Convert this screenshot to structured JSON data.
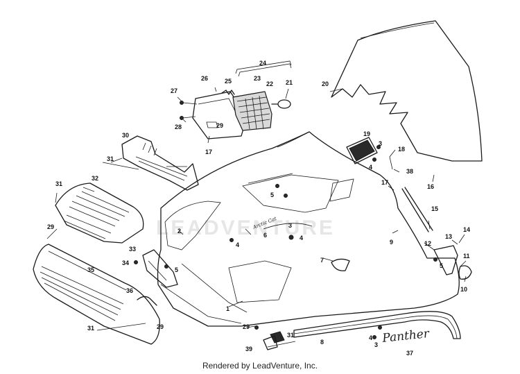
{
  "diagram": {
    "callouts": [
      {
        "id": "c1",
        "label": "1"
      },
      {
        "id": "c2",
        "label": "2"
      },
      {
        "id": "c3a",
        "label": "3"
      },
      {
        "id": "c3b",
        "label": "3"
      },
      {
        "id": "c3c",
        "label": "3"
      },
      {
        "id": "c4a",
        "label": "4"
      },
      {
        "id": "c4b",
        "label": "4"
      },
      {
        "id": "c4c",
        "label": "4"
      },
      {
        "id": "c4d",
        "label": "4"
      },
      {
        "id": "c5a",
        "label": "5"
      },
      {
        "id": "c5b",
        "label": "5"
      },
      {
        "id": "c5c",
        "label": "5"
      },
      {
        "id": "c6",
        "label": "6"
      },
      {
        "id": "c7",
        "label": "7"
      },
      {
        "id": "c8",
        "label": "8"
      },
      {
        "id": "c9",
        "label": "9"
      },
      {
        "id": "c10",
        "label": "10"
      },
      {
        "id": "c11",
        "label": "11"
      },
      {
        "id": "c12",
        "label": "12"
      },
      {
        "id": "c13",
        "label": "13"
      },
      {
        "id": "c14",
        "label": "14"
      },
      {
        "id": "c15",
        "label": "15"
      },
      {
        "id": "c16",
        "label": "16"
      },
      {
        "id": "c17a",
        "label": "17"
      },
      {
        "id": "c17b",
        "label": "17"
      },
      {
        "id": "c18",
        "label": "18"
      },
      {
        "id": "c19",
        "label": "19"
      },
      {
        "id": "c20",
        "label": "20"
      },
      {
        "id": "c21",
        "label": "21"
      },
      {
        "id": "c22",
        "label": "22"
      },
      {
        "id": "c23",
        "label": "23"
      },
      {
        "id": "c24",
        "label": "24"
      },
      {
        "id": "c25",
        "label": "25"
      },
      {
        "id": "c26",
        "label": "26"
      },
      {
        "id": "c27",
        "label": "27"
      },
      {
        "id": "c28",
        "label": "28"
      },
      {
        "id": "c29a",
        "label": "29"
      },
      {
        "id": "c29b",
        "label": "29"
      },
      {
        "id": "c29c",
        "label": "29"
      },
      {
        "id": "c29d",
        "label": "29"
      },
      {
        "id": "c30",
        "label": "30"
      },
      {
        "id": "c31a",
        "label": "31"
      },
      {
        "id": "c31b",
        "label": "31"
      },
      {
        "id": "c31c",
        "label": "31"
      },
      {
        "id": "c31d",
        "label": "31"
      },
      {
        "id": "c32",
        "label": "32"
      },
      {
        "id": "c33",
        "label": "33"
      },
      {
        "id": "c34",
        "label": "34"
      },
      {
        "id": "c35",
        "label": "35"
      },
      {
        "id": "c36",
        "label": "36"
      },
      {
        "id": "c37",
        "label": "37"
      },
      {
        "id": "c38",
        "label": "38"
      },
      {
        "id": "c39",
        "label": "39"
      }
    ],
    "emblem_script": "Panther",
    "emblem_small_script": "Arctic Cat",
    "watermark": "LEADVENTURE",
    "footer": "Rendered by LeadVenture, Inc."
  }
}
